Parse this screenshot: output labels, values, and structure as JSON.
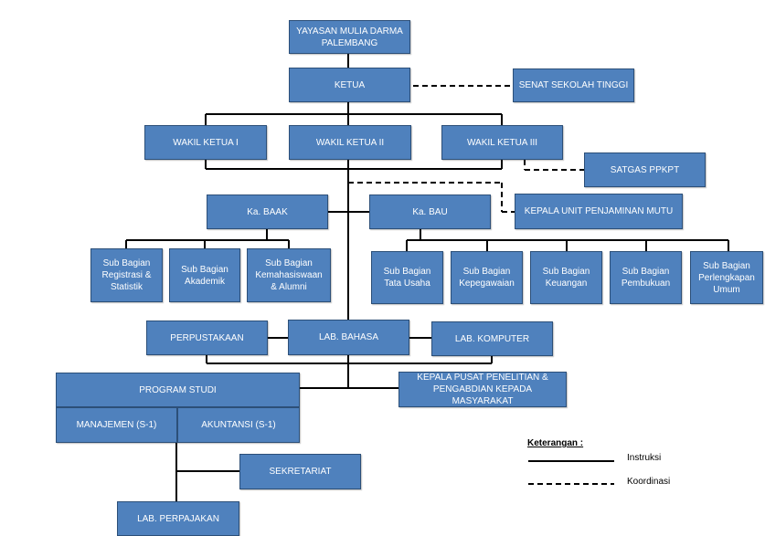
{
  "nodes": {
    "yayasan": "YAYASAN MULIA DARMA PALEMBANG",
    "ketua": "KETUA",
    "senat": "SENAT SEKOLAH TINGGI",
    "wakil1": "WAKIL KETUA I",
    "wakil2": "WAKIL KETUA II",
    "wakil3": "WAKIL KETUA III",
    "satgas": "SATGAS PPKPT",
    "baak": "Ka. BAAK",
    "bau": "Ka. BAU",
    "penjaminan_mutu": "KEPALA UNIT PENJAMINAN MUTU",
    "sb_registrasi": "Sub Bagian Registrasi & Statistik",
    "sb_akademik": "Sub Bagian Akademik",
    "sb_kemahasiswaan": "Sub Bagian Kemahasiswaan & Alumni",
    "sb_tata_usaha": "Sub Bagian Tata Usaha",
    "sb_kepegawaian": "Sub Bagian Kepegawaian",
    "sb_keuangan": "Sub Bagian Keuangan",
    "sb_pembukuan": "Sub Bagian Pembukuan",
    "sb_perlengkapan": "Sub Bagian Perlengkapan Umum",
    "perpustakaan": "PERPUSTAKAAN",
    "lab_bahasa": "LAB. BAHASA",
    "lab_komputer": "LAB. KOMPUTER",
    "program_studi": "PROGRAM STUDI",
    "pusat_penelitian": "KEPALA PUSAT PENELITIAN & PENGABDIAN KEPADA MASYARAKAT",
    "manajemen": "MANAJEMEN (S-1)",
    "akuntansi": "AKUNTANSI (S-1)",
    "sekretariat": "SEKRETARIAT",
    "lab_perpajakan": "LAB. PERPAJAKAN"
  },
  "legend": {
    "title": "Keterangan :",
    "solid_label": "Instruksi",
    "dashed_label": "Koordinasi"
  },
  "colors": {
    "box_fill": "#4f81bd",
    "box_border": "#2c4f78",
    "box_text": "#ffffff",
    "line": "#000000"
  }
}
